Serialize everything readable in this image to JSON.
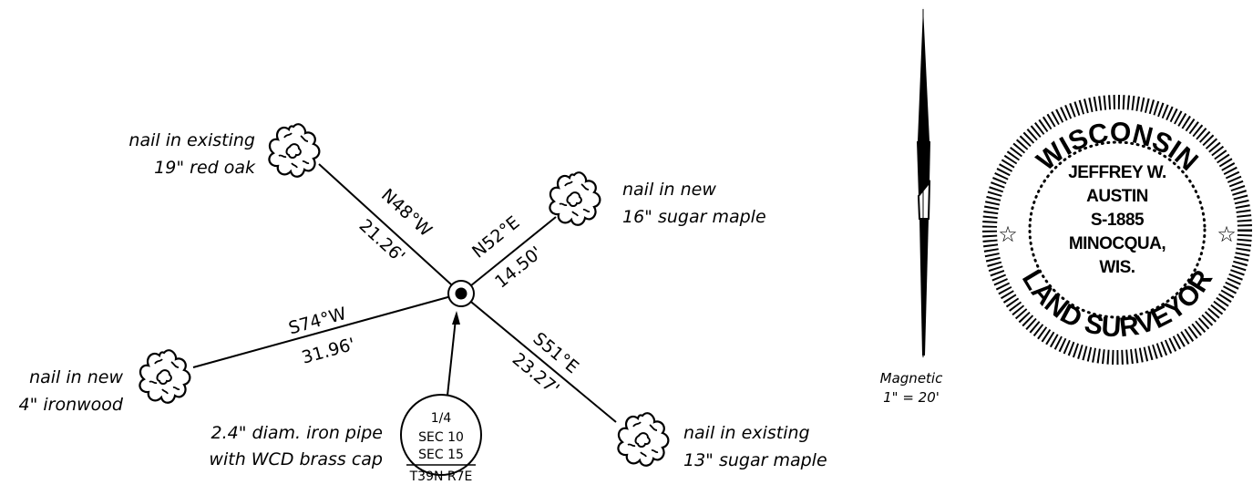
{
  "monument": {
    "fraction": "1/4",
    "sec_a": "SEC 10",
    "sec_b": "SEC 15",
    "township_range": "T39N R7E",
    "desc_line1": "2.4\" diam. iron pipe",
    "desc_line2": "with WCD brass cap"
  },
  "witness_trees": [
    {
      "bearing": "N48°W",
      "distance": "21.26'",
      "label_line1": "nail in existing",
      "label_line2": "19\" red oak"
    },
    {
      "bearing": "N52°E",
      "distance": "14.50'",
      "label_line1": "nail in new",
      "label_line2": "16\" sugar maple"
    },
    {
      "bearing": "S74°W",
      "distance": "31.96'",
      "label_line1": "nail in new",
      "label_line2": "4\" ironwood"
    },
    {
      "bearing": "S51°E",
      "distance": "23.27'",
      "label_line1": "nail in existing",
      "label_line2": "13\" sugar maple"
    }
  ],
  "north_arrow": {
    "label": "Magnetic",
    "scale": "1\" = 20'"
  },
  "seal": {
    "top_text": "WISCONSIN",
    "bottom_text": "LAND SURVEYOR",
    "name_line1": "JEFFREY W.",
    "name_line2": "AUSTIN",
    "license": "S-1885",
    "city": "MINOCQUA,",
    "state": "WIS."
  }
}
